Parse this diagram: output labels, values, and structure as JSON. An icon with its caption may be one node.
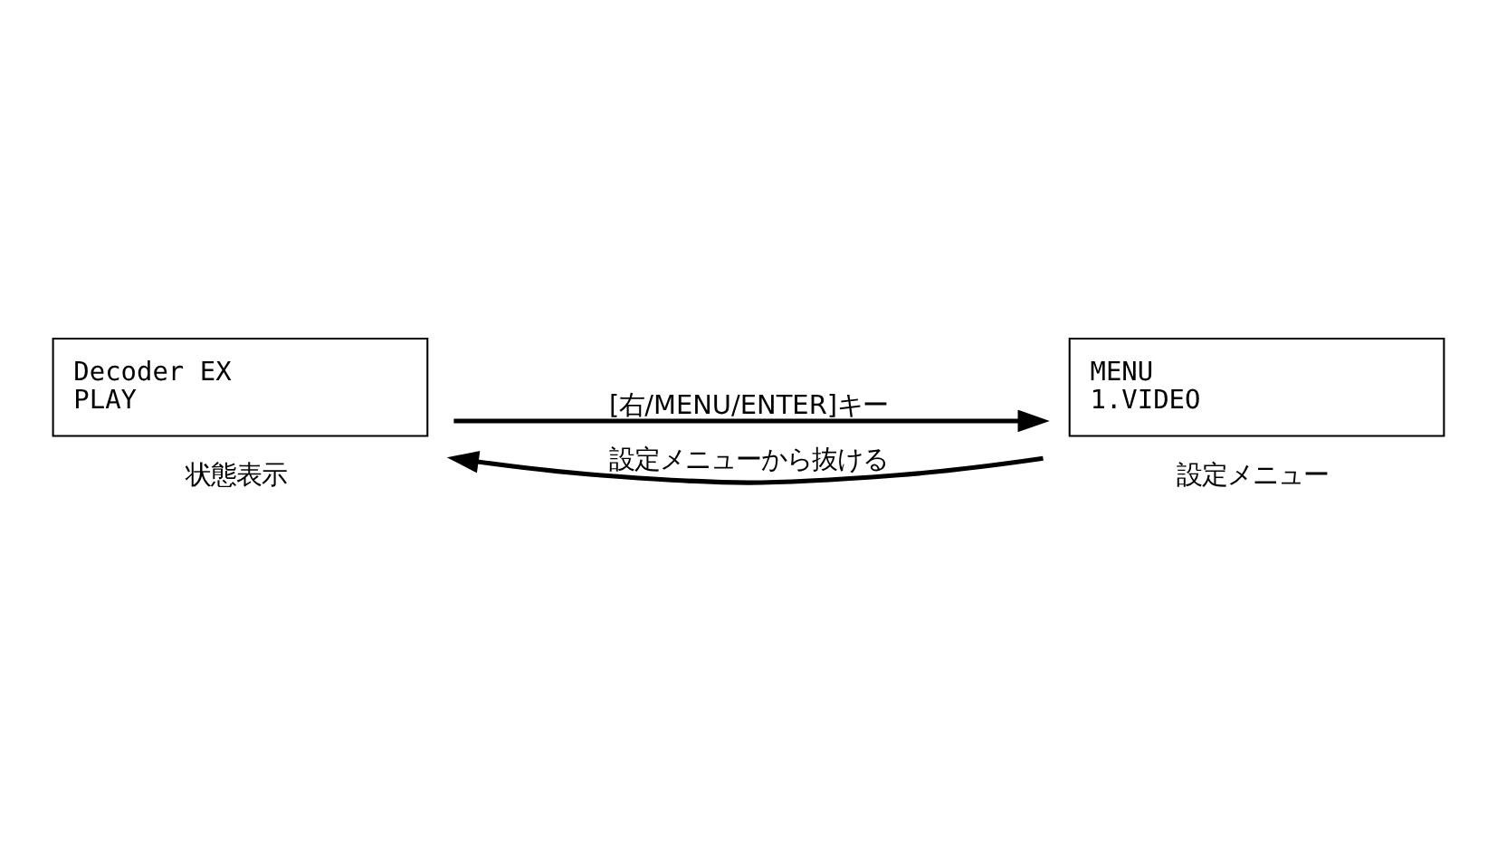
{
  "diagram": {
    "nodes": [
      {
        "text": [
          "Decoder EX",
          "PLAY"
        ],
        "beside": [
          "状態表示"
        ]
      },
      {
        "text": [
          "MENU",
          "1.VIDEO"
        ],
        "beside": [
          "設定メニュー"
        ]
      }
    ],
    "edges": [
      {
        "from": 0,
        "to": 1,
        "arrow": "to",
        "label": "[右/MENU/ENTER]キー"
      },
      {
        "from": 1,
        "to": 0,
        "arrow": "to",
        "label": "設定メニューから抜ける"
      }
    ]
  }
}
